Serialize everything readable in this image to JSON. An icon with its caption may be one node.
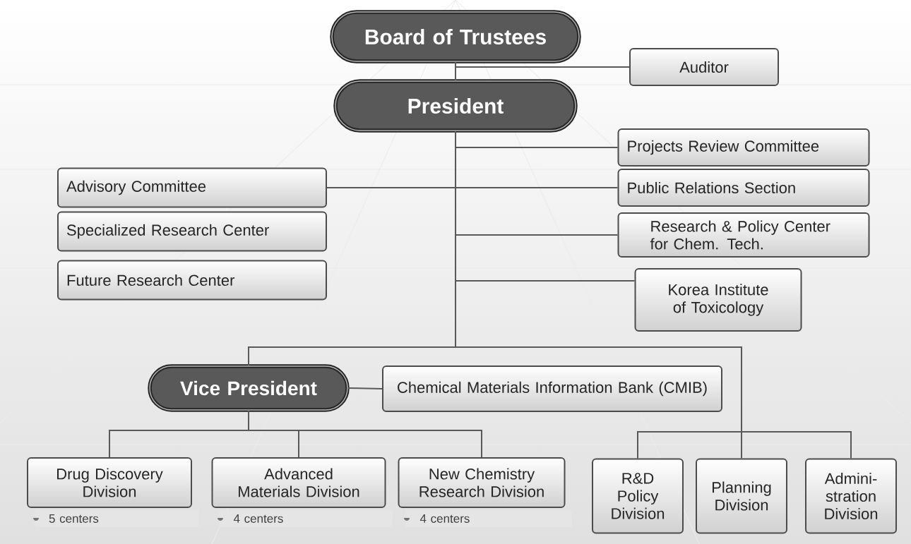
{
  "diagram": {
    "nodes": [
      {
        "text": [
          "Board of Trustees"
        ]
      },
      {
        "text": [
          "Auditor"
        ]
      },
      {
        "text": [
          "President"
        ]
      },
      {
        "text": [
          "Projects Review Committee"
        ]
      },
      {
        "text": [
          "Public Relations Section"
        ]
      },
      {
        "text": [
          "Research & Policy Center for Chem. Tech."
        ]
      },
      {
        "text": [
          "Korea Institute of Toxicology"
        ]
      },
      {
        "text": [
          "Advisory Committee"
        ]
      },
      {
        "text": [
          "Specialized Research Center"
        ]
      },
      {
        "text": [
          "Future Research Center"
        ]
      },
      {
        "text": [
          "Vice President"
        ]
      },
      {
        "text": [
          "Chemical Materials Information Bank (CMIB)"
        ]
      },
      {
        "text": [
          "Drug Discovery Division"
        ],
        "beside": [
          "5 centers"
        ]
      },
      {
        "text": [
          "Advanced Materials Division"
        ],
        "beside": [
          "4 centers"
        ]
      },
      {
        "text": [
          "New Chemistry Research Division"
        ],
        "beside": [
          "4 centers"
        ]
      },
      {
        "text": [
          "R&D Policy Division"
        ]
      },
      {
        "text": [
          "Planning Division"
        ]
      },
      {
        "text": [
          "Admini-stration Division"
        ]
      }
    ],
    "edges": [
      {
        "from": 0,
        "to": 2,
        "arrow": "none"
      },
      {
        "from": 0,
        "to": 1,
        "arrow": "none"
      },
      {
        "from": 2,
        "to": 3,
        "arrow": "none"
      },
      {
        "from": 2,
        "to": 4,
        "arrow": "none"
      },
      {
        "from": 2,
        "to": 7,
        "arrow": "none"
      },
      {
        "from": 2,
        "to": 5,
        "arrow": "none"
      },
      {
        "from": 2,
        "to": 6,
        "arrow": "none"
      },
      {
        "from": 2,
        "to": 10,
        "arrow": "none"
      },
      {
        "from": 2,
        "to": 15,
        "arrow": "none"
      },
      {
        "from": 2,
        "to": 16,
        "arrow": "none"
      },
      {
        "from": 2,
        "to": 17,
        "arrow": "none"
      },
      {
        "from": 10,
        "to": 11,
        "arrow": "none"
      },
      {
        "from": 10,
        "to": 12,
        "arrow": "none"
      },
      {
        "from": 10,
        "to": 13,
        "arrow": "none"
      },
      {
        "from": 10,
        "to": 14,
        "arrow": "none"
      }
    ]
  }
}
